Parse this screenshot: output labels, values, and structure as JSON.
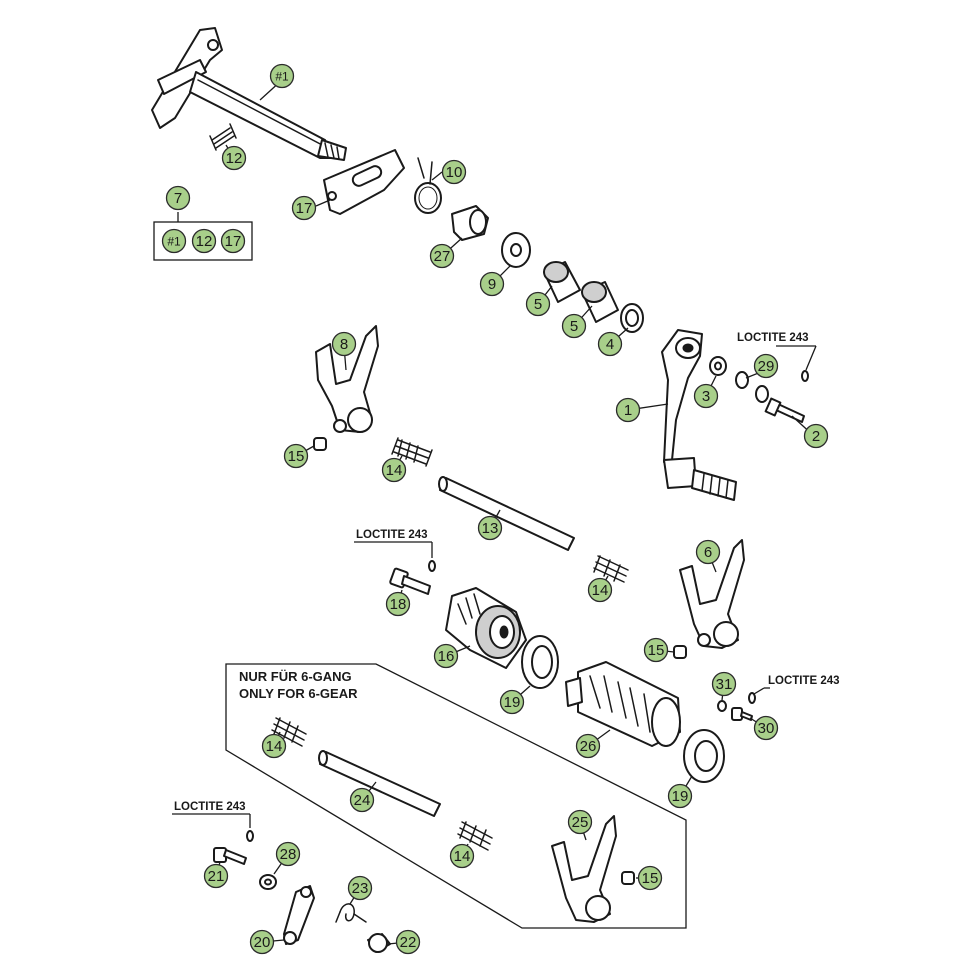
{
  "callout_color": "#a8cf8a",
  "callouts": [
    {
      "id": "c-shaft-1",
      "text": "#1"
    },
    {
      "id": "c-12a",
      "text": "12"
    },
    {
      "id": "c-7",
      "text": "7"
    },
    {
      "id": "c-kit-1",
      "text": "#1"
    },
    {
      "id": "c-kit-12",
      "text": "12"
    },
    {
      "id": "c-kit-17",
      "text": "17"
    },
    {
      "id": "c-17",
      "text": "17"
    },
    {
      "id": "c-10",
      "text": "10"
    },
    {
      "id": "c-27",
      "text": "27"
    },
    {
      "id": "c-9",
      "text": "9"
    },
    {
      "id": "c-5a",
      "text": "5"
    },
    {
      "id": "c-5b",
      "text": "5"
    },
    {
      "id": "c-4",
      "text": "4"
    },
    {
      "id": "c-8",
      "text": "8"
    },
    {
      "id": "c-29",
      "text": "29"
    },
    {
      "id": "c-3",
      "text": "3"
    },
    {
      "id": "c-1",
      "text": "1"
    },
    {
      "id": "c-2",
      "text": "2"
    },
    {
      "id": "c-15a",
      "text": "15"
    },
    {
      "id": "c-14a",
      "text": "14"
    },
    {
      "id": "c-13",
      "text": "13"
    },
    {
      "id": "c-6",
      "text": "6"
    },
    {
      "id": "c-18",
      "text": "18"
    },
    {
      "id": "c-14b",
      "text": "14"
    },
    {
      "id": "c-16",
      "text": "16"
    },
    {
      "id": "c-15b",
      "text": "15"
    },
    {
      "id": "c-19a",
      "text": "19"
    },
    {
      "id": "c-31",
      "text": "31"
    },
    {
      "id": "c-30",
      "text": "30"
    },
    {
      "id": "c-26",
      "text": "26"
    },
    {
      "id": "c-19b",
      "text": "19"
    },
    {
      "id": "c-14c",
      "text": "14"
    },
    {
      "id": "c-24",
      "text": "24"
    },
    {
      "id": "c-25",
      "text": "25"
    },
    {
      "id": "c-14d",
      "text": "14"
    },
    {
      "id": "c-15c",
      "text": "15"
    },
    {
      "id": "c-28",
      "text": "28"
    },
    {
      "id": "c-21",
      "text": "21"
    },
    {
      "id": "c-23",
      "text": "23"
    },
    {
      "id": "c-20",
      "text": "20"
    },
    {
      "id": "c-22",
      "text": "22"
    }
  ],
  "loctite_labels": [
    "LOCTITE 243",
    "LOCTITE 243",
    "LOCTITE 243",
    "LOCTITE 243"
  ],
  "note": {
    "line1": "NUR FÜR 6-GANG",
    "line2": "ONLY FOR 6-GEAR"
  }
}
